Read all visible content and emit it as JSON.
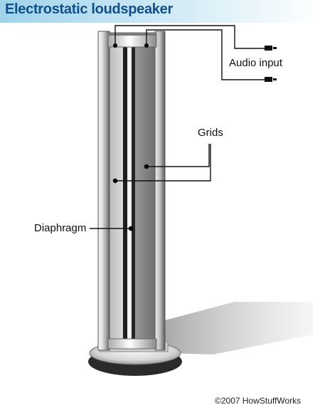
{
  "title": "Electrostatic loudspeaker",
  "labels": {
    "audio_input": "Audio input",
    "grids": "Grids",
    "diaphragm": "Diaphragm"
  },
  "credit": "©2007 HowStuffWorks",
  "colors": {
    "title_text": "#0f4f8c",
    "title_band": "#9fd3ea",
    "frame_dark": "#5a5a5a",
    "panel_light": "#c8c8c8"
  }
}
